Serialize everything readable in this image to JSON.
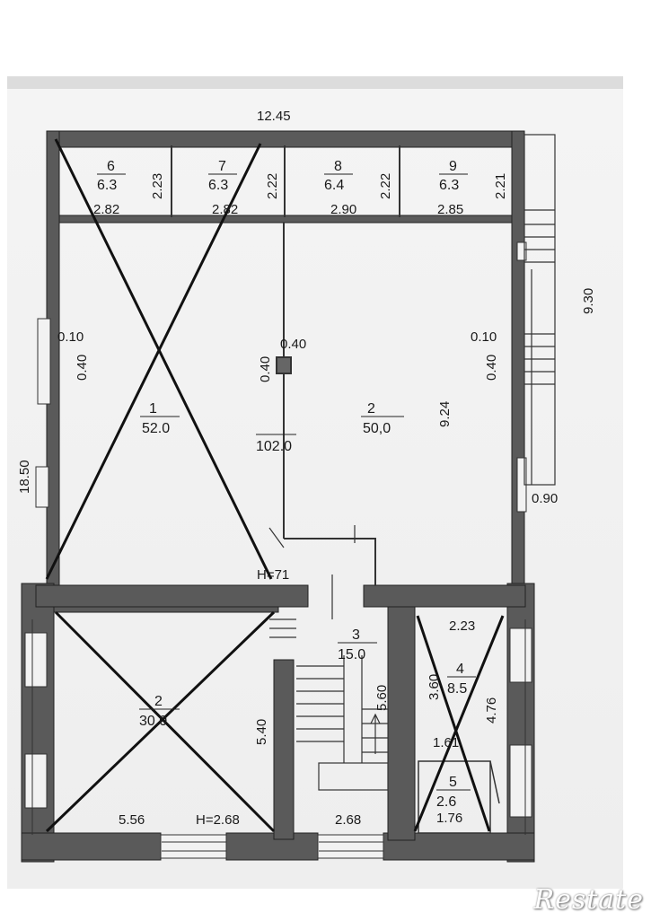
{
  "plan": {
    "overall": {
      "width": "12.45",
      "height": "18.50",
      "stair_total": "9.30",
      "stair_depth": "0.90"
    },
    "upper_rooms": [
      {
        "num": "6",
        "area": "6.3",
        "height": "2.23",
        "width": "2.82"
      },
      {
        "num": "7",
        "area": "6.3",
        "height": "2.22",
        "width": "2.82"
      },
      {
        "num": "8",
        "area": "6.4",
        "height": "2.22",
        "width": "2.90"
      },
      {
        "num": "9",
        "area": "6.3",
        "height": "2.21",
        "width": "2.85"
      }
    ],
    "hall": {
      "room1": {
        "num": "1",
        "area": "52.0"
      },
      "room2": {
        "num": "2",
        "area": "50,0"
      },
      "total": "102.0",
      "height_mark": "H=71",
      "depth": "9.24",
      "pier_left": [
        "0.10",
        "0.40"
      ],
      "pier_mid": [
        "0.40",
        "0.40"
      ],
      "pier_right": [
        "0.10",
        "0.40"
      ]
    },
    "lower_rooms": {
      "left": {
        "num": "2",
        "area": "30.0",
        "width": "5.56",
        "height_mark": "H=2.68",
        "depth": "5.40"
      },
      "stair": {
        "num": "3",
        "area": "15.0",
        "width": "2.68",
        "depth": "5.60"
      },
      "right": {
        "num": "4",
        "area": "8.5",
        "width": "2.23",
        "depth": "3.60",
        "outer": "4.76"
      },
      "small": {
        "num": "5",
        "area": "2.6",
        "width": "1.76",
        "depth": "1.61"
      }
    }
  },
  "watermark": "Restate"
}
